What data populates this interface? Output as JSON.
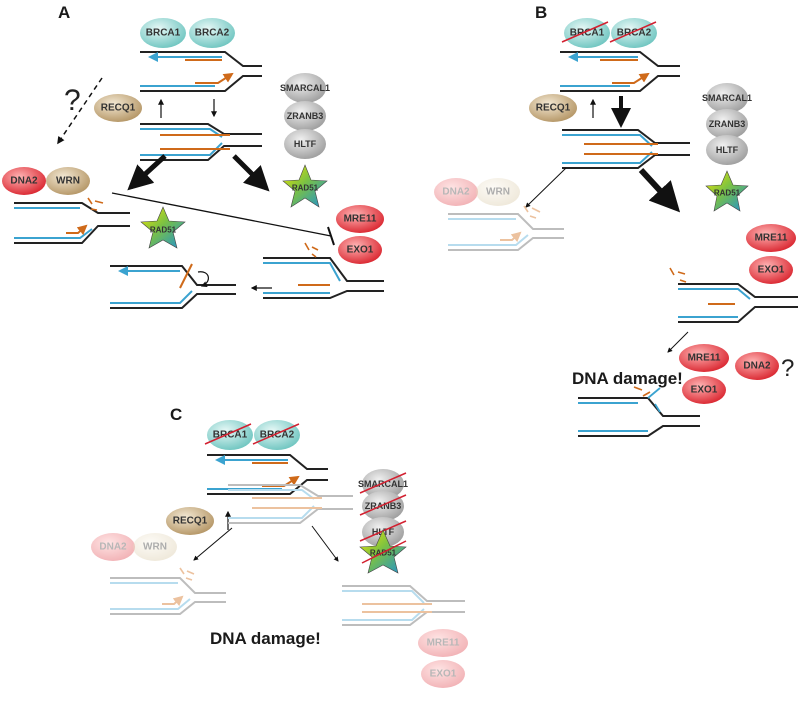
{
  "panels": {
    "a": {
      "letter": "A",
      "proteins": {
        "brca1": "BRCA1",
        "brca2": "BRCA2",
        "recq1": "RECQ1",
        "smarcal1": "SMARCAL1",
        "zranb3": "ZRANB3",
        "hltf": "HLTF",
        "rad51_top": "RAD51",
        "dna2": "DNA2",
        "wrn": "WRN",
        "rad51_left": "RAD51",
        "mre11": "MRE11",
        "exo1": "EXO1"
      },
      "question_mark": "?"
    },
    "b": {
      "letter": "B",
      "proteins": {
        "brca1": "BRCA1",
        "brca2": "BRCA2",
        "recq1": "RECQ1",
        "smarcal1": "SMARCAL1",
        "zranb3": "ZRANB3",
        "hltf": "HLTF",
        "rad51": "RAD51",
        "dna2_faded": "DNA2",
        "wrn_faded": "WRN",
        "mre11": "MRE11",
        "exo1": "EXO1",
        "mre11_lower": "MRE11",
        "exo1_lower": "EXO1",
        "dna2_lower": "DNA2"
      },
      "question_mark": "?",
      "damage_label": "DNA damage!"
    },
    "c": {
      "letter": "C",
      "proteins": {
        "brca1": "BRCA1",
        "brca2": "BRCA2",
        "recq1": "RECQ1",
        "smarcal1": "SMARCAL1",
        "zranb3": "ZRANB3",
        "hltf": "HLTF",
        "rad51": "RAD51",
        "dna2_faded": "DNA2",
        "wrn_faded": "WRN",
        "mre11_faded": "MRE11",
        "exo1_faded": "EXO1"
      },
      "damage_label": "DNA damage!"
    }
  },
  "colors": {
    "brca": "#8fd3cf",
    "recq1": "#c9b083",
    "remodeler": "#b9b9b9",
    "nuclease": "#e8454b",
    "wrn": "#d9c9a3",
    "parental_strand": "#222222",
    "nascent_blue": "#3ba3d0",
    "nascent_orange": "#cf6a1a",
    "strike": "#d32030"
  }
}
